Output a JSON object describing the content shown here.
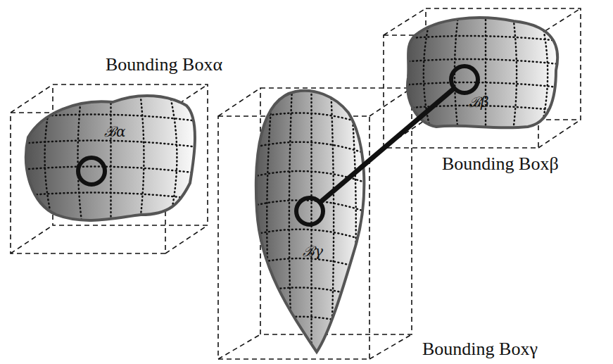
{
  "diagram": {
    "nodes": [
      {
        "text": [
          "Bounding Boxα"
        ]
      },
      {
        "text": [
          "ℬα"
        ],
        "in": 0
      },
      {
        "text": [
          "Bounding Boxγ"
        ]
      },
      {
        "text": [
          "ℬγ"
        ],
        "in": 2
      },
      {
        "text": [
          "Bounding Boxβ"
        ]
      },
      {
        "text": [
          "ℬβ"
        ],
        "in": 4
      }
    ],
    "edges": [
      {
        "from": 3,
        "to": 5,
        "arrow": "none"
      }
    ]
  }
}
